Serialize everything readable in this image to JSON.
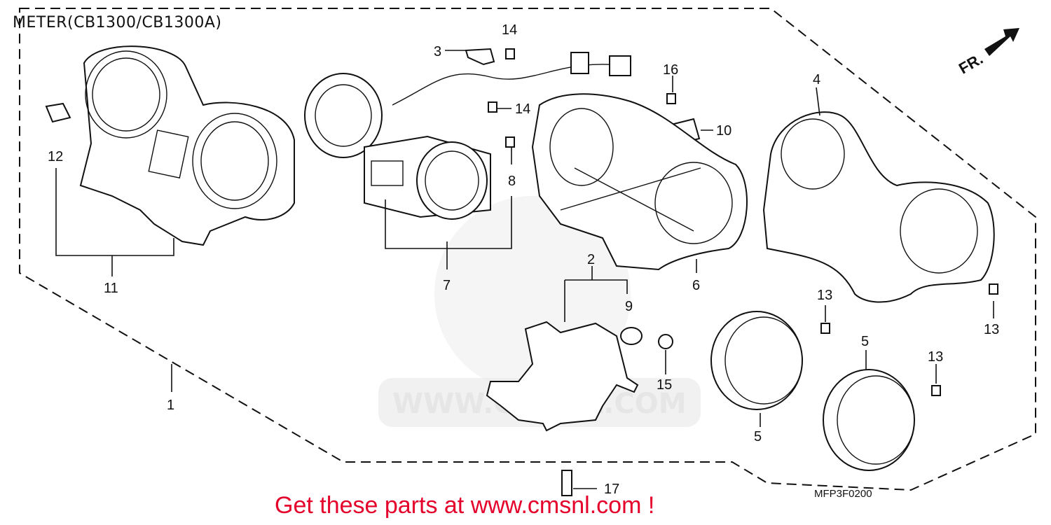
{
  "title": "METER(CB1300/CB1300A)",
  "diagram_code": "MFP3F0200",
  "promo_text": "Get these parts at www.cmsnl.com !",
  "watermark_text": "WWW.CMSNL.COM",
  "direction_label": "FR.",
  "callouts": [
    "1",
    "2",
    "3",
    "4",
    "5",
    "5",
    "6",
    "7",
    "8",
    "9",
    "10",
    "11",
    "12",
    "13",
    "13",
    "13",
    "14",
    "14",
    "15",
    "16",
    "17"
  ],
  "colors": {
    "promo": "#e4002b",
    "line": "#111111",
    "watermark": "#e8e8e8"
  }
}
